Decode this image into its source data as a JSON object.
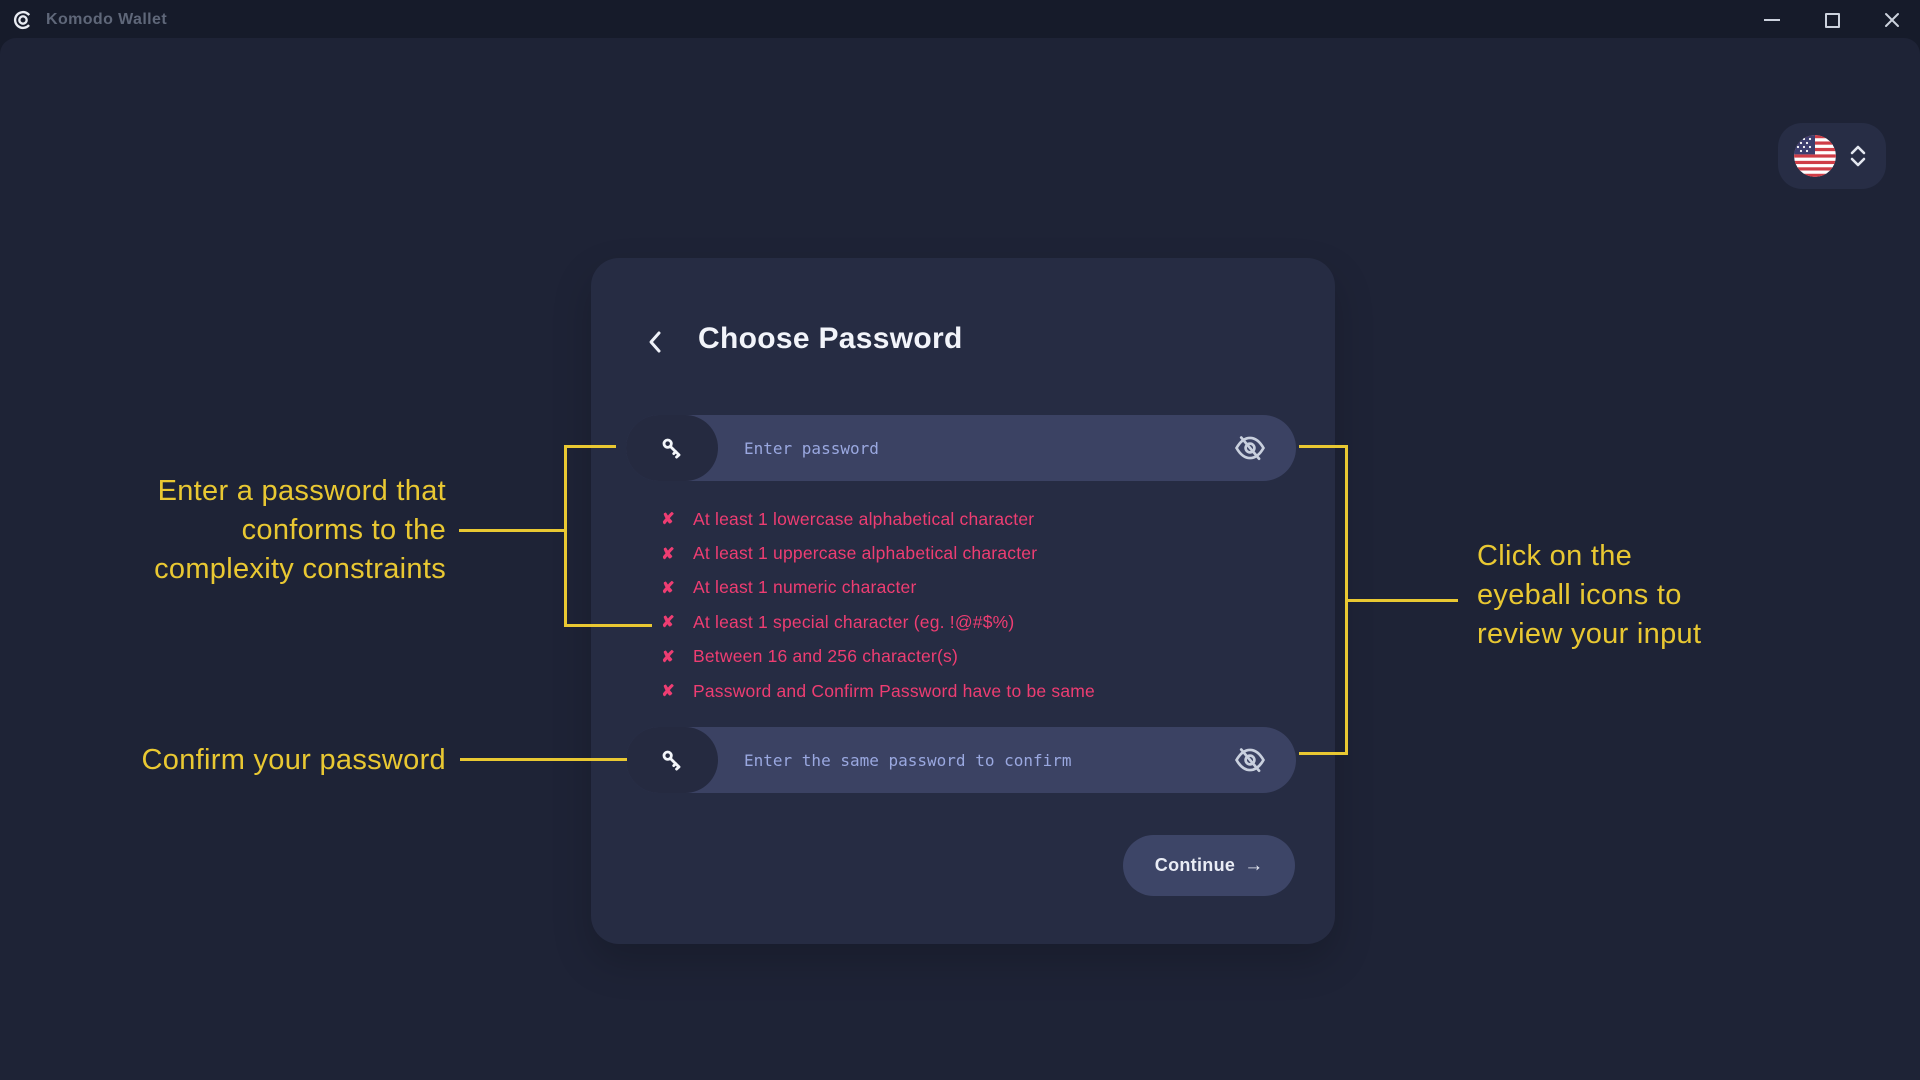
{
  "window": {
    "app_title": "Komodo Wallet"
  },
  "language_selector": {
    "selected": "us-flag"
  },
  "screen": {
    "title": "Choose Password",
    "password_placeholder": "Enter password",
    "confirm_placeholder": "Enter the same password to confirm",
    "cross_mark": "✘",
    "requirements": [
      "At least 1 lowercase alphabetical character",
      "At least 1 uppercase alphabetical character",
      "At least 1 numeric character",
      "At least 1 special character (eg. !@#$%)",
      "Between 16 and 256 character(s)",
      "Password and Confirm Password have to be same"
    ],
    "continue_label": "Continue",
    "continue_arrow": "→"
  },
  "annotations": {
    "password_note": {
      "lines": [
        "Enter a password that",
        "conforms to the",
        "complexity constraints"
      ]
    },
    "confirm_note": "Confirm your password",
    "eyeball_note": {
      "lines": [
        "Click on the",
        "eyeball icons to",
        "review your input"
      ]
    }
  },
  "colors": {
    "background": "#1e2336",
    "card": "#262c43",
    "field": "#3b4263",
    "accent_yellow": "#e9c832",
    "error_pink": "#ee3d72",
    "title_text": "#f2f4fa",
    "placeholder_text": "#9aa8e0"
  }
}
